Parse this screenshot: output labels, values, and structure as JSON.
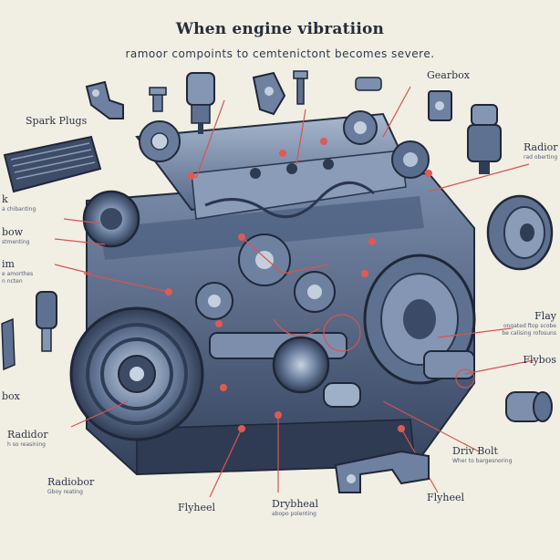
{
  "title": "When engine vibratiion",
  "subtitle": "ramoor compoints to cemtenictont becomes severe.",
  "labels": {
    "spark_plugs": "Spark Plugs",
    "gearbox": "Gearbox",
    "right_radior": "Radior",
    "right_radior_sub": "rad oberting",
    "left_k": "k",
    "left_k_sub": "a chibanting",
    "left_bow": "bow",
    "left_bow_sub": "stmenting",
    "left_im": "im",
    "left_im_sub1": "e amorthes",
    "left_im_sub2": "n ncten",
    "left_box": "box",
    "left_radidor": "Radidor",
    "left_radidor_sub": "h so reasining",
    "bottom_radiobor": "Radiobor",
    "bottom_radiobor_sub": "Gboy reating",
    "right_flay": "Flay",
    "right_flay_sub1": "ongated ftop scobe",
    "right_flay_sub2": "be calising rofosuns",
    "right_flybos": "Flybos",
    "drive_bolt": "Driv Bolt",
    "drive_bolt_sub": "Wher to bargesnoring",
    "flyheel_left": "Flyheel",
    "drybheal": "Drybheal",
    "drybheal_sub": "abopo polenting",
    "flyheel_right": "Flyheel"
  },
  "colors": {
    "background": "#f1eee3",
    "engine_dark": "#3b4a66",
    "engine_mid": "#5f7190",
    "engine_light": "#9fb1c8",
    "callout": "#d9534f"
  },
  "icons": [
    "spark-plug-icon",
    "air-filter-icon",
    "bracket-icon",
    "bolt-icon",
    "gear-icon",
    "flywheel-icon",
    "pulley-icon",
    "shock-absorber-icon"
  ]
}
